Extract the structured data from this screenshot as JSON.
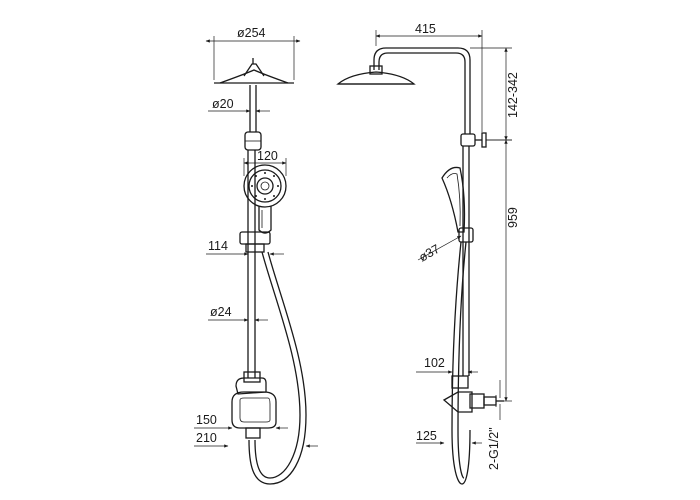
{
  "dimensions": {
    "head_diameter": "ø254",
    "riser_diameter_top": "ø20",
    "hand_shower_width": "120",
    "holder_offset": "114",
    "riser_diameter_lower": "ø24",
    "mixer_width_front": "150",
    "mixer_overall_front": "210",
    "arm_length": "415",
    "height_adjust": "142-342",
    "hose_diameter": "ø37",
    "riser_height": "959",
    "mixer_depth_upper": "102",
    "mixer_depth_lower": "125",
    "inlet_thread": "2-G1/2\""
  },
  "colors": {
    "line": "#1a1a1a",
    "background": "#ffffff"
  }
}
